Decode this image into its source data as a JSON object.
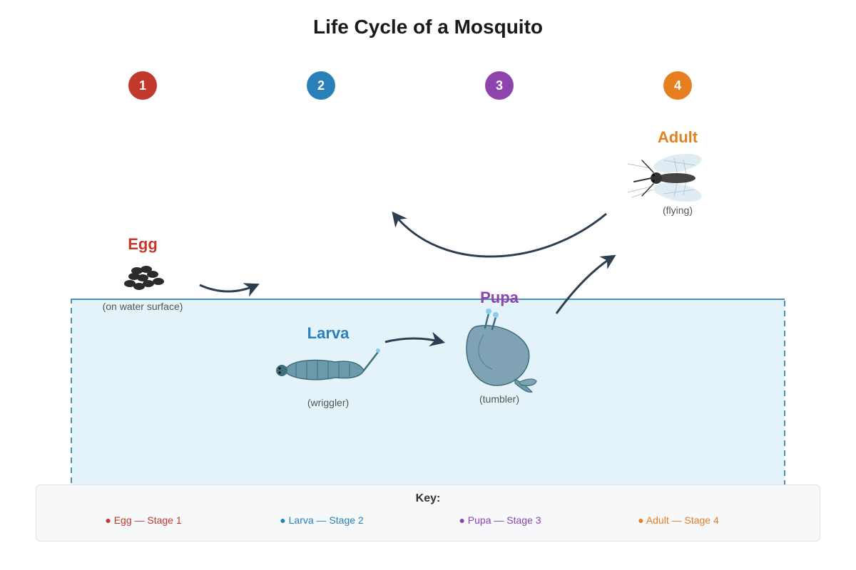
{
  "title": "Life Cycle of a Mosquito",
  "colors": {
    "egg": "#c0392b",
    "larva": "#2980b9",
    "pupa": "#8e44ad",
    "adult": "#e67e22",
    "water_fill": "#e3f3f9",
    "water_border": "#4a90b8",
    "arrow": "#2c3e50"
  },
  "stages": [
    {
      "id": "egg",
      "number": "1",
      "name": "Egg",
      "note": "(on water surface)",
      "key_text": "● Egg — Stage 1"
    },
    {
      "id": "larva",
      "number": "2",
      "name": "Larva",
      "note": "(wriggler)",
      "key_text": "● Larva — Stage 2"
    },
    {
      "id": "pupa",
      "number": "3",
      "name": "Pupa",
      "note": "(tumbler)",
      "key_text": "● Pupa — Stage 3"
    },
    {
      "id": "adult",
      "number": "4",
      "name": "Adult",
      "note": "(flying)",
      "key_text": "● Adult — Stage 4"
    }
  ],
  "key": {
    "title": "Key:"
  },
  "icons": {
    "egg": "egg-cluster-icon",
    "larva": "larva-icon",
    "pupa": "pupa-icon",
    "adult": "mosquito-icon"
  }
}
